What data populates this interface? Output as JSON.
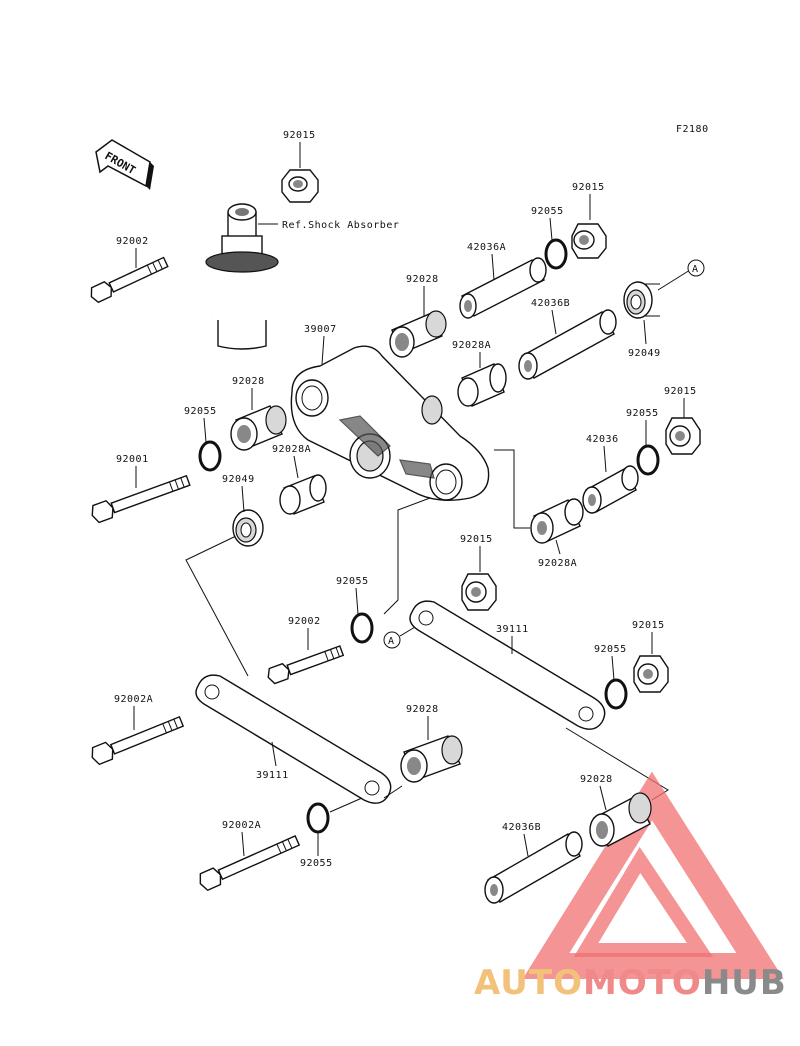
{
  "figure_code": "F2180",
  "front_label": "FRONT",
  "ref_label": "Ref.Shock Absorber",
  "callout_a": "A",
  "labels": {
    "p92015_top": "92015",
    "p92002_top": "92002",
    "p92015_r1": "92015",
    "p92055_r1": "92055",
    "p42036A": "42036A",
    "p92028_top": "92028",
    "p42036B_top": "42036B",
    "p92049_right": "92049",
    "p39007": "39007",
    "p92028A_top": "92028A",
    "p92028_left": "92028",
    "p92055_left": "92055",
    "p92015_r2": "92015",
    "p92055_r2": "92055",
    "p42036": "42036",
    "p92001": "92001",
    "p92028A_left": "92028A",
    "p92049_left": "92049",
    "p92028A_bottom": "92028A",
    "p92015_mid": "92015",
    "p92055_mid": "92055",
    "p92002_mid": "92002",
    "p39111_right": "39111",
    "p92015_r3": "92015",
    "p92055_r3": "92055",
    "p92002A_top": "92002A",
    "p92028_low": "92028",
    "p39111_left": "39111",
    "p92028_bottom": "92028",
    "p42036B_bottom": "42036B",
    "p92002A_bottom": "92002A",
    "p92055_bottom": "92055"
  },
  "watermark": {
    "part1": "AUTO",
    "part2": "MOTO",
    "part3": "HUB",
    "color1": "#f0c070",
    "color2": "#f08080",
    "color3": "#8a8a8a",
    "triangle_color": "#f06060"
  }
}
